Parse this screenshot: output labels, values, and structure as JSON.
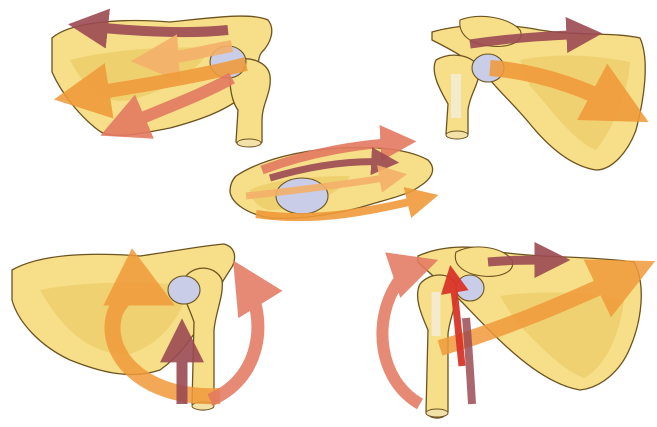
{
  "colors": {
    "bone_fill": "#f6df88",
    "bone_shadow": "#e9c35a",
    "bone_outline": "#6d5320",
    "cartilage": "#c9cde8",
    "arrow_dark_red": "#9c4a52",
    "arrow_salmon": "#e47a62",
    "arrow_orange": "#f09a3a",
    "arrow_peach": "#f4b06a",
    "arrow_red": "#d9352a",
    "background": "#ffffff"
  },
  "panels": [
    {
      "name": "top-left",
      "view": "superior-anterior"
    },
    {
      "name": "top-right",
      "view": "posterior-lateral"
    },
    {
      "name": "center",
      "view": "superior"
    },
    {
      "name": "bottom-left",
      "view": "anterior"
    },
    {
      "name": "bottom-right",
      "view": "posterior"
    }
  ]
}
